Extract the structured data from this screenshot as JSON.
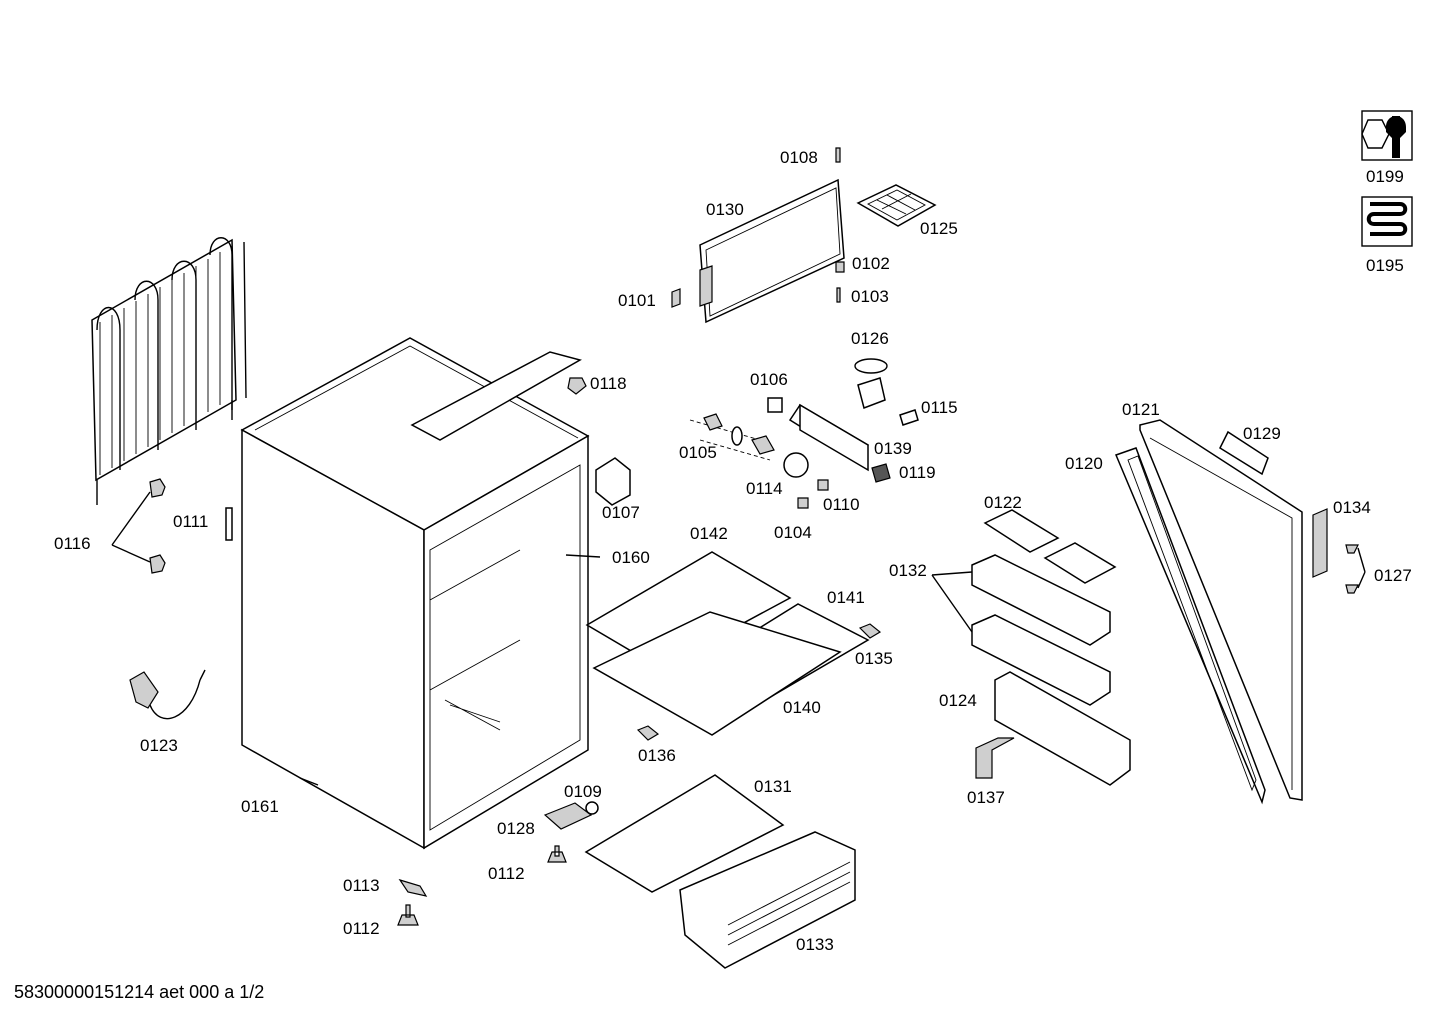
{
  "document_id": "58300000151214 aet 000 a 1/2",
  "service_icons": [
    {
      "code": "0199",
      "icon": "wrench-nut-icon"
    },
    {
      "code": "0195",
      "icon": "refrigerant-coil-icon"
    }
  ],
  "parts": {
    "p0101": "0101",
    "p0102": "0102",
    "p0103": "0103",
    "p0104": "0104",
    "p0105": "0105",
    "p0106": "0106",
    "p0107": "0107",
    "p0108": "0108",
    "p0109": "0109",
    "p0110": "0110",
    "p0111": "0111",
    "p0112a": "0112",
    "p0112b": "0112",
    "p0113": "0113",
    "p0114": "0114",
    "p0115": "0115",
    "p0116": "0116",
    "p0118": "0118",
    "p0119": "0119",
    "p0120": "0120",
    "p0121": "0121",
    "p0122": "0122",
    "p0123": "0123",
    "p0124": "0124",
    "p0125": "0125",
    "p0126": "0126",
    "p0127": "0127",
    "p0128": "0128",
    "p0129": "0129",
    "p0130": "0130",
    "p0131": "0131",
    "p0132": "0132",
    "p0133": "0133",
    "p0134": "0134",
    "p0135": "0135",
    "p0136": "0136",
    "p0137": "0137",
    "p0139": "0139",
    "p0140": "0140",
    "p0141": "0141",
    "p0142": "0142",
    "p0160": "0160",
    "p0161": "0161"
  }
}
